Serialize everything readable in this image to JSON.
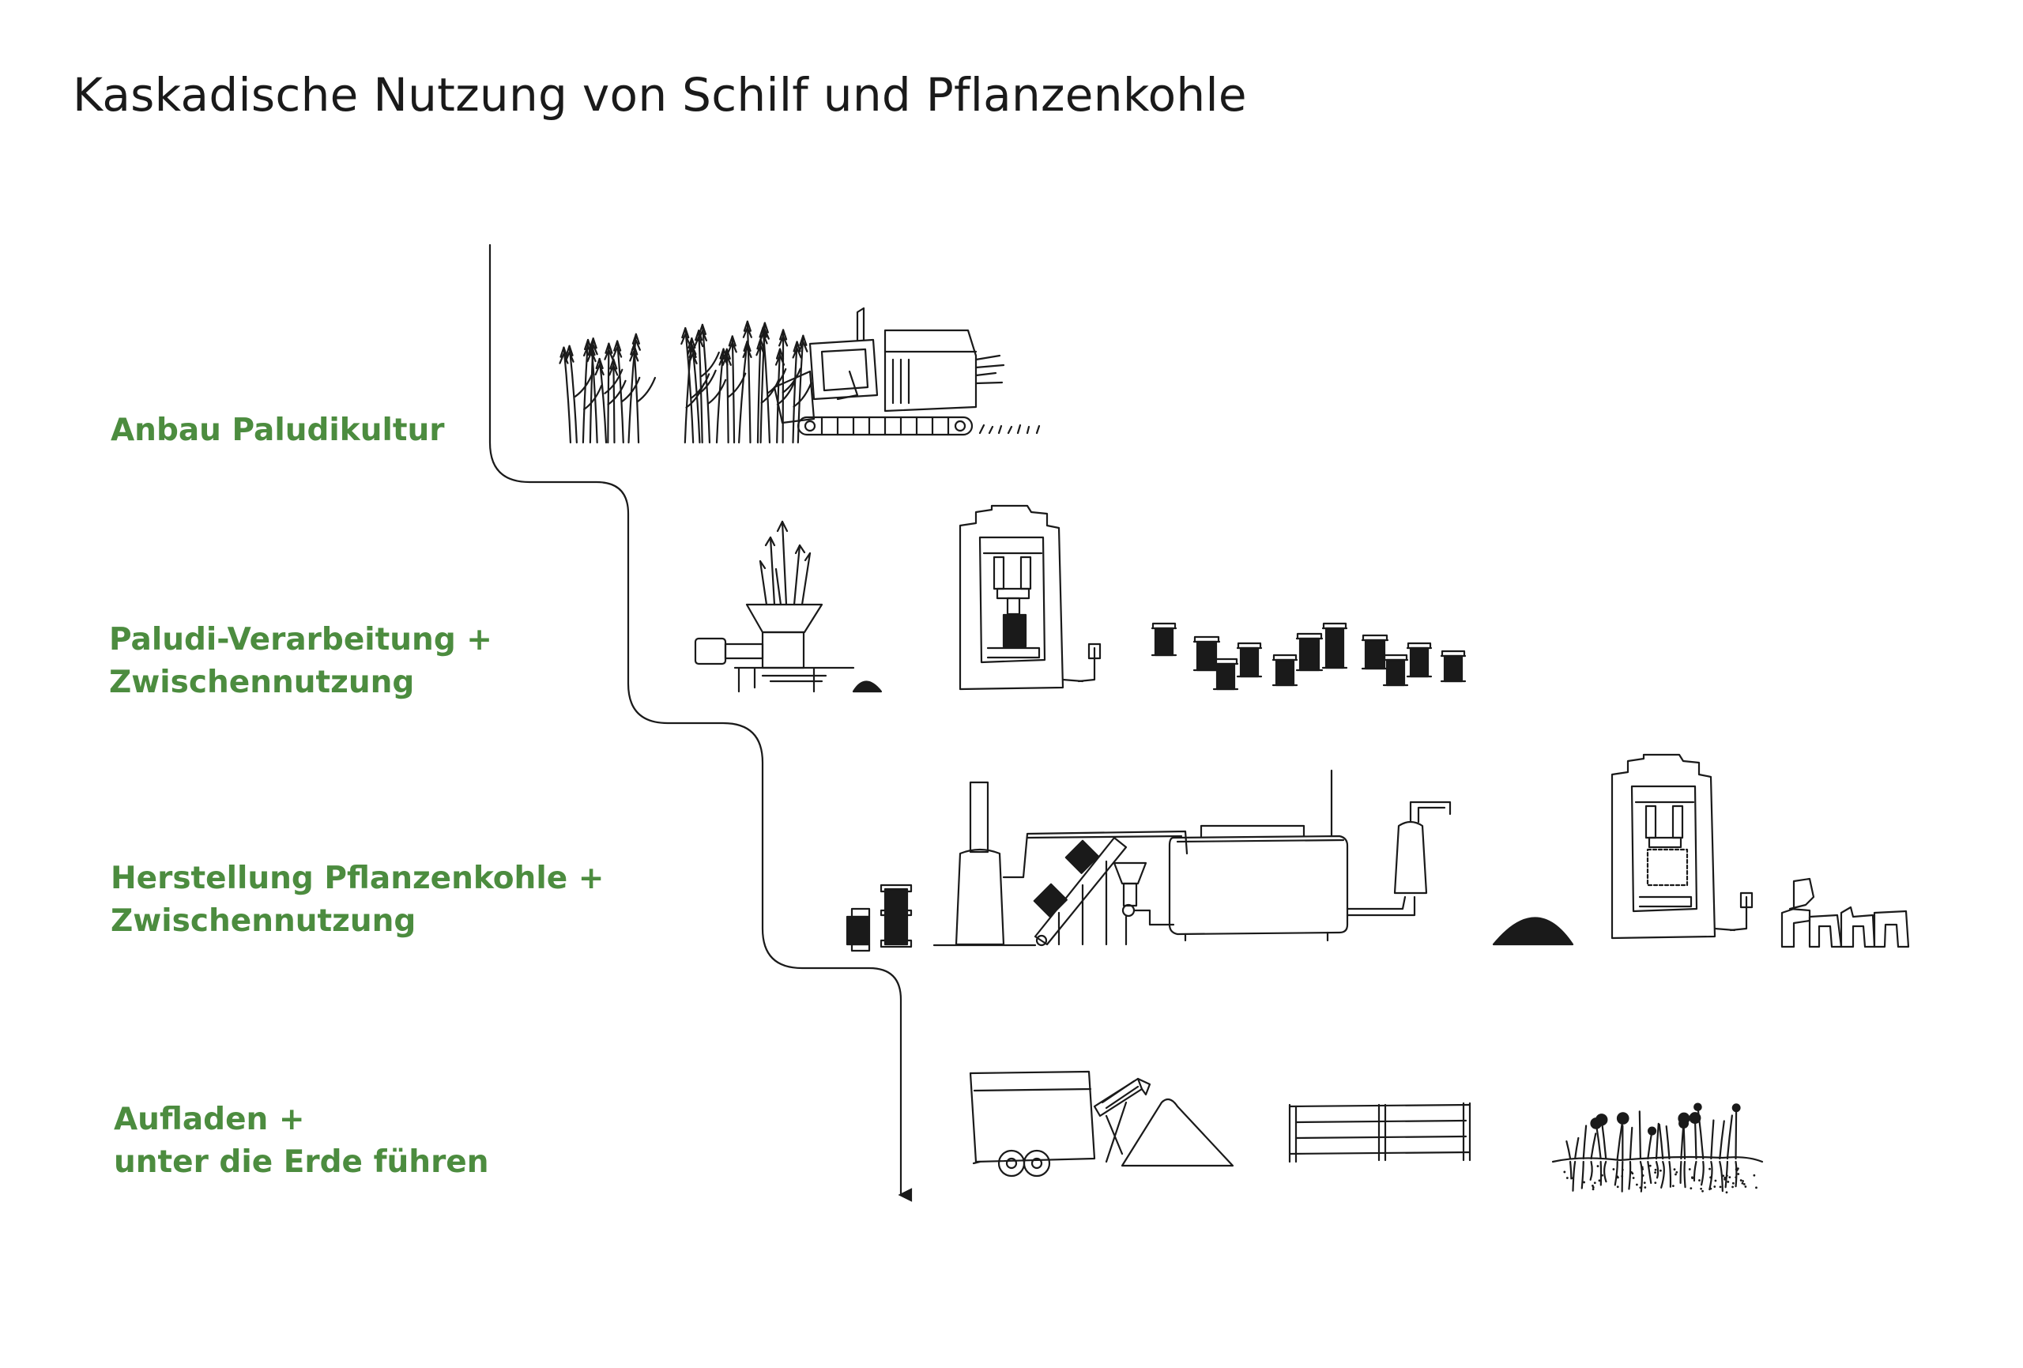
{
  "title": "Kaskadische Nutzung von Schilf und Pflanzenkohle",
  "colors": {
    "label_green": "#4c8c3f",
    "ink": "#1a1a1a"
  },
  "stages": [
    {
      "lines": [
        "Anbau Paludikultur"
      ]
    },
    {
      "lines": [
        "Paludi-Verarbeitung +",
        "Zwischennutzung"
      ]
    },
    {
      "lines": [
        "Herstellung Pflanzenkohle +",
        "Zwischennutzung"
      ]
    },
    {
      "lines": [
        "Aufladen +",
        "unter die Erde führen"
      ]
    }
  ],
  "illustrations": [
    "reed-plants",
    "reed-harvester",
    "shredder",
    "hydraulic-press",
    "reed-blocks",
    "reed-bales",
    "pyrolysis-plant",
    "biochar-pile",
    "hydraulic-press",
    "molded-objects",
    "trailer-with-conveyor",
    "raised-beds",
    "plants-in-soil"
  ]
}
